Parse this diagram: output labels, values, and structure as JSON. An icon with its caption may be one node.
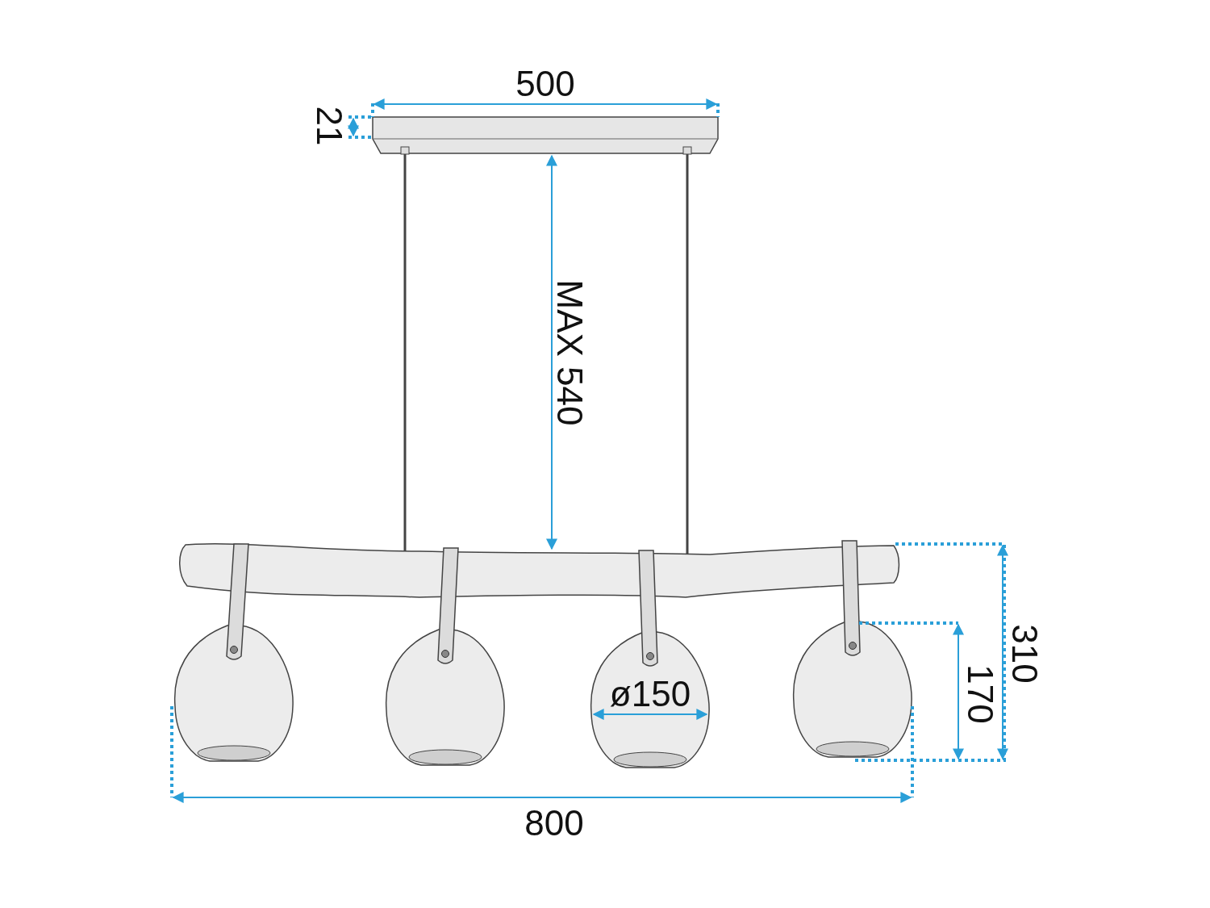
{
  "diagram": {
    "labels": [
      "500",
      "21",
      "MAX 540",
      "310",
      "170",
      "ø150",
      "800"
    ]
  }
}
